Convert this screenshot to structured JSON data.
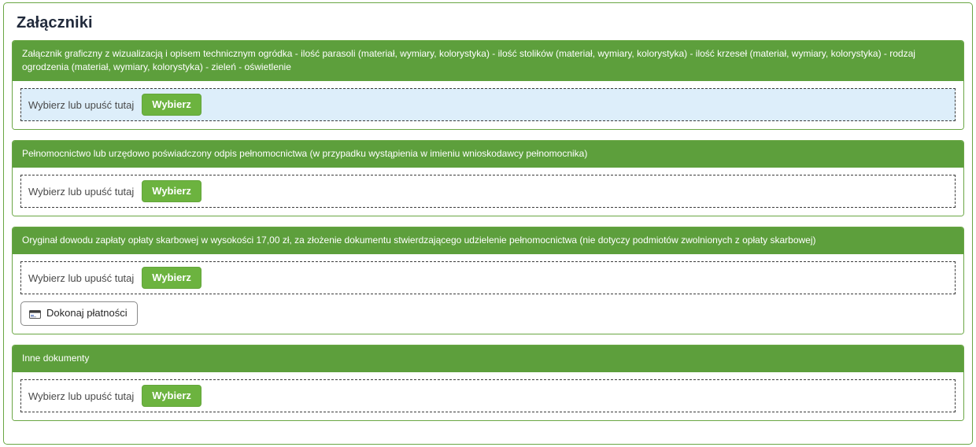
{
  "page": {
    "title": "Załączniki",
    "accent_green": "#5d9f3c",
    "button_green": "#6cb33f",
    "border_green": "#6aa644",
    "active_dropzone_bg": "#ddeefa",
    "title_color": "#222b3c"
  },
  "common": {
    "dropzone_label": "Wybierz lub upuść tutaj",
    "choose_button": "Wybierz"
  },
  "panels": [
    {
      "header": "Załącznik graficzny z wizualizacją i opisem technicznym ogródka - ilość parasoli (materiał, wymiary, kolorystyka) - ilość stolików (materiał, wymiary, kolorystyka) - ilość krzeseł (materiał, wymiary, kolorystyka) - rodzaj ogrodzenia (materiał, wymiary, kolorystyka) - zieleń - oświetlenie",
      "dropzone_label": "Wybierz lub upuść tutaj",
      "choose_button": "Wybierz",
      "active": true
    },
    {
      "header": "Pełnomocnictwo lub urzędowo poświadczony odpis pełnomocnictwa (w przypadku wystąpienia w imieniu wnioskodawcy pełnomocnika)",
      "dropzone_label": "Wybierz lub upuść tutaj",
      "choose_button": "Wybierz",
      "active": false
    },
    {
      "header": "Oryginał dowodu zapłaty opłaty skarbowej w wysokości 17,00 zł, za złożenie dokumentu stwierdzającego udzielenie pełnomocnictwa (nie dotyczy podmiotów zwolnionych z opłaty skarbowej)",
      "dropzone_label": "Wybierz lub upuść tutaj",
      "choose_button": "Wybierz",
      "active": false,
      "payment_button": "Dokonaj płatności",
      "payment_icon": "credit-card-icon"
    },
    {
      "header": "Inne dokumenty",
      "dropzone_label": "Wybierz lub upuść tutaj",
      "choose_button": "Wybierz",
      "active": false
    }
  ]
}
